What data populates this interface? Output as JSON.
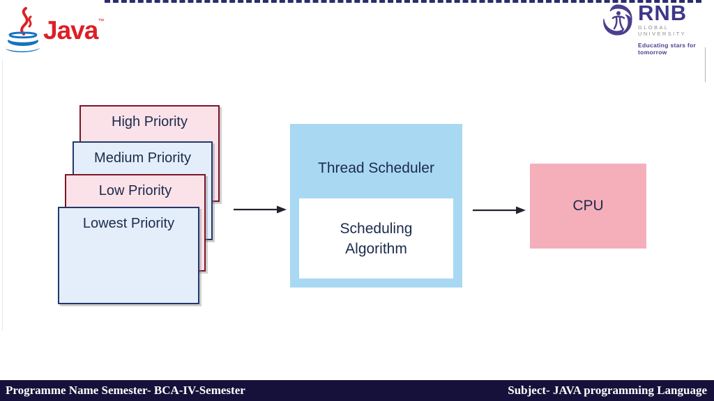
{
  "header": {
    "java_logo": {
      "label": "Java",
      "tm": "™"
    },
    "rnb_logo": {
      "name": "RNB",
      "subtitle": "GLOBAL UNIVERSITY",
      "tagline": "Educating stars for tomorrow"
    }
  },
  "diagram": {
    "priority_stack": [
      {
        "label": "High Priority",
        "variant": "pink"
      },
      {
        "label": "Medium Priority",
        "variant": "blue"
      },
      {
        "label": "Low Priority",
        "variant": "pink"
      },
      {
        "label": "Lowest Priority",
        "variant": "blue"
      }
    ],
    "scheduler": {
      "title": "Thread Scheduler",
      "inner_label": "Scheduling\nAlgorithm"
    },
    "cpu": {
      "label": "CPU"
    }
  },
  "footer": {
    "left": "Programme Name Semester- BCA-IV-Semester",
    "right": "Subject-  JAVA programming Language"
  },
  "colors": {
    "priority_pink": "#fbe2e8",
    "priority_pink_border": "#7a1627",
    "priority_blue": "#e3eefa",
    "priority_blue_border": "#21386b",
    "scheduler_blue": "#a9d8f3",
    "cpu_pink": "#f5afbb",
    "diagram_text": "#1b2a4c",
    "footer_navy": "#15113a",
    "java_red": "#dd1f26",
    "java_blue": "#1474be",
    "rnb_purple": "#4a3f8e",
    "arrow": "#23232f"
  }
}
